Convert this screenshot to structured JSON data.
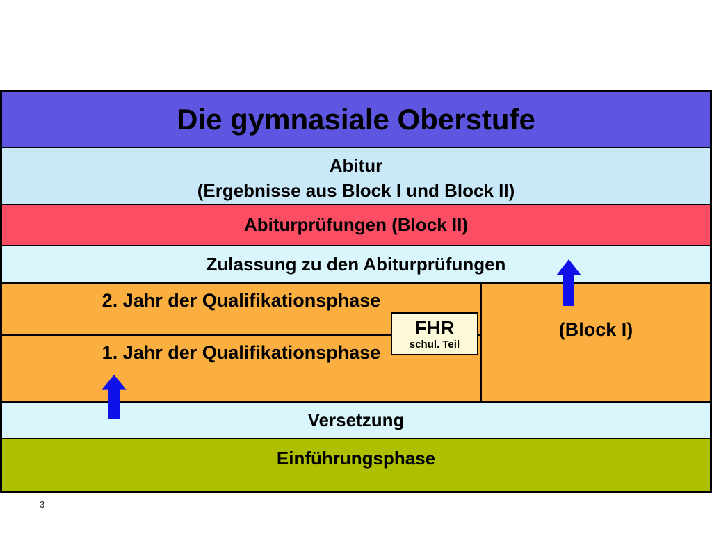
{
  "slide": {
    "title": "Die gymnasiale Oberstufe",
    "page_number": "3",
    "rows": {
      "abitur_line1": "Abitur",
      "abitur_line2": "(Ergebnisse aus Block I und Block II)",
      "abiturpruefungen": "Abiturprüfungen (Block II)",
      "zulassung": "Zulassung zu den Abiturprüfungen",
      "jahr2": "2. Jahr der Qualifikationsphase",
      "jahr1": "1. Jahr der Qualifikationsphase",
      "block1": "(Block I)",
      "fhr_line1": "FHR",
      "fhr_line2": "schul. Teil",
      "versetzung": "Versetzung",
      "einfuehrungsphase": "Einführungsphase"
    },
    "colors": {
      "title_bg": "#5E56E0",
      "abitur_bg": "#C9E8F8",
      "abiturpruefungen_bg": "#FB4D64",
      "zulassung_bg": "#D8F6FC",
      "qualifikationsphase_bg": "#FAAF40",
      "fhr_bg": "#FCFAD9",
      "versetzung_bg": "#D8F6FC",
      "einfuehrungsphase_bg": "#AEBF00",
      "arrow": "#1010E8",
      "border": "#000000"
    }
  }
}
